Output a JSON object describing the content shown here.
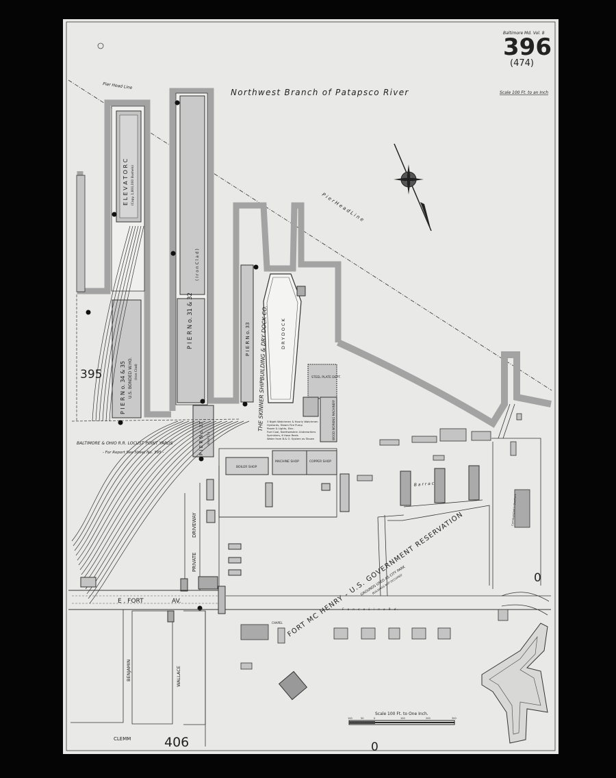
{
  "header": {
    "volume": "Baltimore Md. Vol. 8",
    "sheet_number": "396",
    "alt_sheet_number": "(474)",
    "scale_note": "Scale 100 Ft. to an Inch"
  },
  "water": {
    "river_name": "Northwest Branch of Patapsco River",
    "pier_head_line_1": "Pier Head Line",
    "pier_head_line_2": "P i e r   H e a d   L i n e"
  },
  "piers": {
    "elevator": "E L E V A T O R   C",
    "elevator_note": "(Capy. 1,800,000 Bushels)",
    "pier_31_32": "P I E R   N o. 31  &  32",
    "pier_31_32_note": "( I r o n   C l a d )",
    "pier_34_35": "P I E R   N o. 34  &  35",
    "pier_34_35_sub": "U.S. BONDED W.HO.",
    "pier_34_35_note": "(Iron Clad)",
    "pier_33": "P I E R   N o. 33",
    "pier_37": "P I E R   N o. 37",
    "pier_37_note": "(Iron Cl.)"
  },
  "shipyard": {
    "company": "THE SKINNER SHIPBUILDING & DRY DOCK CO.",
    "dry_dock": "D R Y   D O C K",
    "steel_plate": "STEEL PLATE DEPT.",
    "wood_shop": "WOOD WORKING MACHINERY",
    "boiler_shop": "BOILER SHOP",
    "machine_shop": "MACHINE SHOP",
    "copper_shop": "COPPER SHOP",
    "notes": [
      "3 Night Watchmen & Hourly Watchmen",
      "Hydrants, Steam Fire Pump",
      "Power & Lights, Elec.",
      "Fuel Coal, Northwestern Underwriters",
      "Sprinklers, 6 Hose Reels",
      "Water from B.& O. System as Shown"
    ]
  },
  "rail": {
    "yard": "BALTIMORE & OHIO R.R. LOCUST POINT YARDS",
    "report": "- For Report See Sheet No. 395 -"
  },
  "reservation": {
    "title": "FORT MC HENRY - U.S. GOVERNMENT RESERVATION",
    "park": "GROUNDS USED AS CITY PARK",
    "buildings": "BUILDINGS NOT OCCUPIED",
    "barracks": "B a r r a c k s",
    "quarters": "Commandant's Quarters",
    "chapel": "CHAPEL",
    "fence": "F e n c e   L i n e   R d."
  },
  "streets": {
    "fort_av_1": "E . FORT",
    "fort_av_2": "AV.",
    "private": "PRIVATE",
    "driveway": "DRIVEWAY",
    "benjamin": "BENJAMIN",
    "wallace": "WALLACE",
    "clemm": "CLEMM"
  },
  "adjacent_sheets": {
    "west": "395",
    "south": "406",
    "south_zero": "0",
    "east_zero": "0"
  },
  "scale_bar": {
    "title": "Scale 100 Ft. to One Inch.",
    "ticks": [
      "100",
      "50",
      "0",
      "100",
      "200",
      "300"
    ]
  },
  "colors": {
    "paper": "#e9e9e7",
    "bulkhead": "#a3a3a3",
    "building": "#c4c4c4",
    "ink": "#1e1e1e"
  }
}
